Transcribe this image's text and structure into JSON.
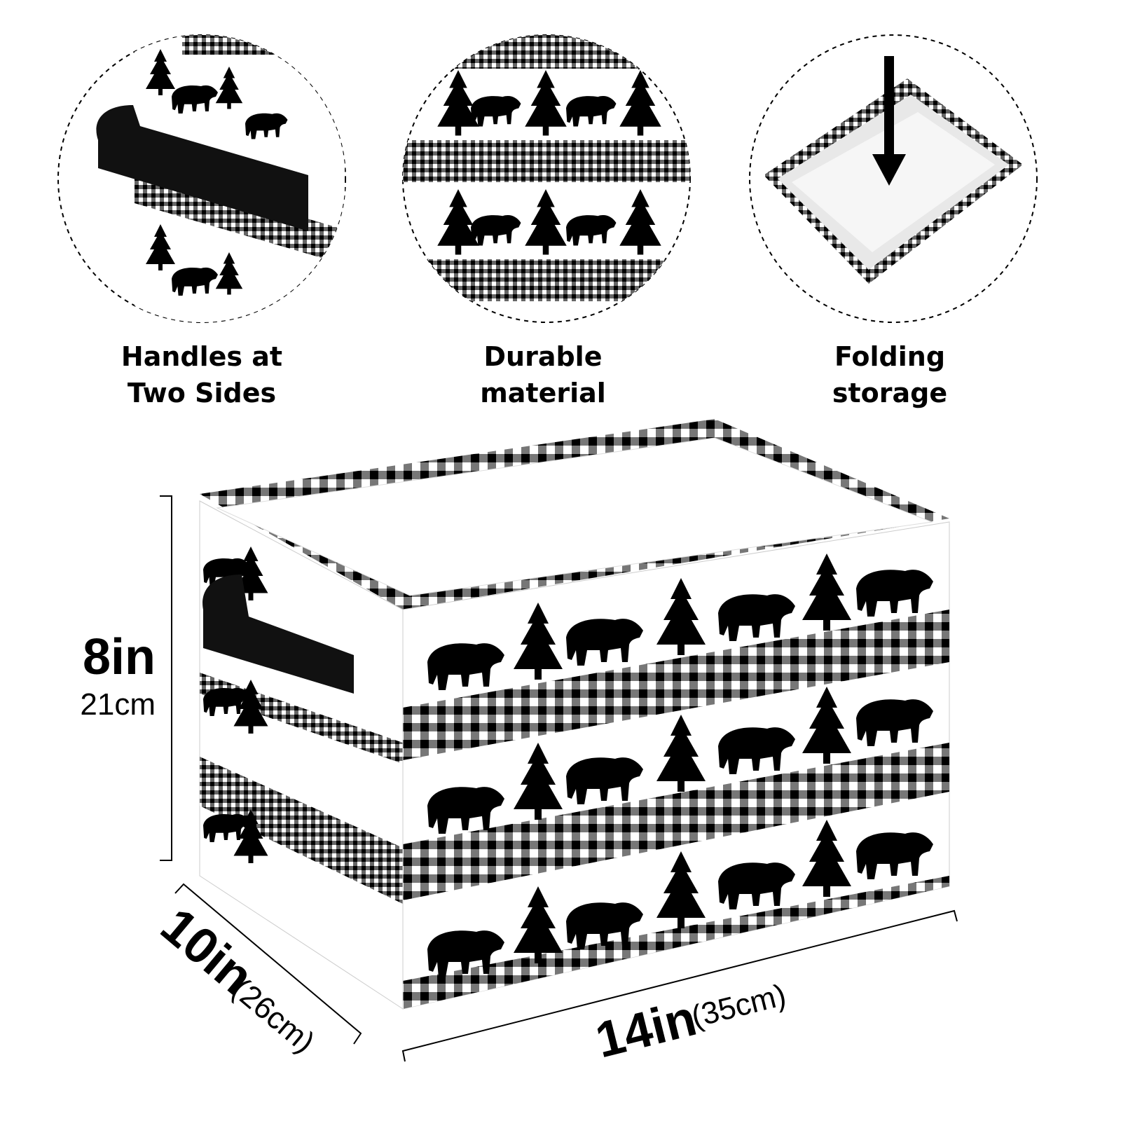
{
  "features": [
    {
      "label_line1": "Handles at",
      "label_line2": "Two Sides"
    },
    {
      "label_line1": "Durable",
      "label_line2": "material"
    },
    {
      "label_line1": "Folding",
      "label_line2": "storage"
    }
  ],
  "dimensions": {
    "height_in": "8in",
    "height_cm": "21cm",
    "depth_in": "10in",
    "depth_cm": "(26cm)",
    "width_in": "14in",
    "width_cm": "(35cm)"
  },
  "colors": {
    "primary": "#000000",
    "background": "#ffffff"
  }
}
